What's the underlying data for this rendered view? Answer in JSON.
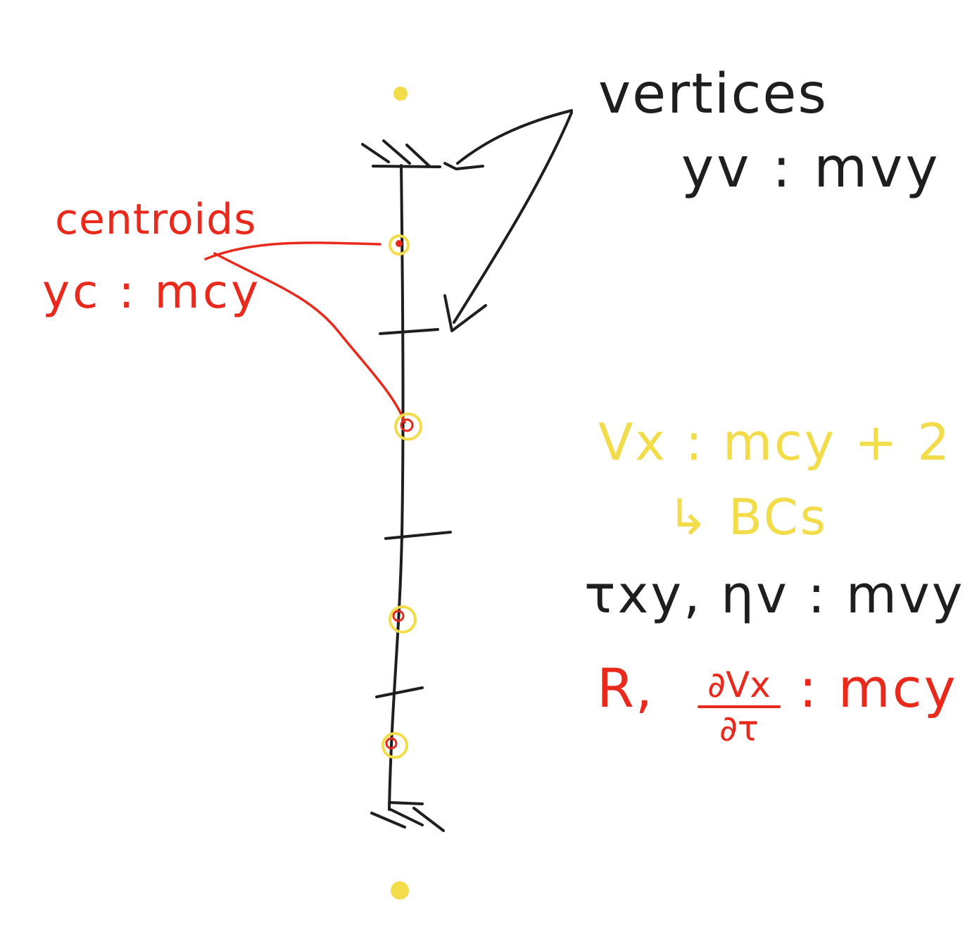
{
  "labels": {
    "vertices": "vertices",
    "vertices_size": "yv : mvy",
    "centroids": "centroids",
    "centroids_size": "yc : mcy",
    "vx_size": "Vx : mcy + 2",
    "bcs_note": "↳ BCs",
    "tau_eta": "τxy, ηv : mvy",
    "residual_prefix": "R,",
    "deriv_num": "∂Vx",
    "deriv_den": "∂τ",
    "residual_suffix": ": mcy"
  },
  "colors": {
    "ink_black": "#1e1e1e",
    "ink_red": "#e8291c",
    "ink_yellow": "#f2dc4a"
  },
  "grid": {
    "vertex_count": 5,
    "centroid_count": 4,
    "ghost_nodes": 2,
    "boundary": "fixed (hatched) top and bottom"
  }
}
